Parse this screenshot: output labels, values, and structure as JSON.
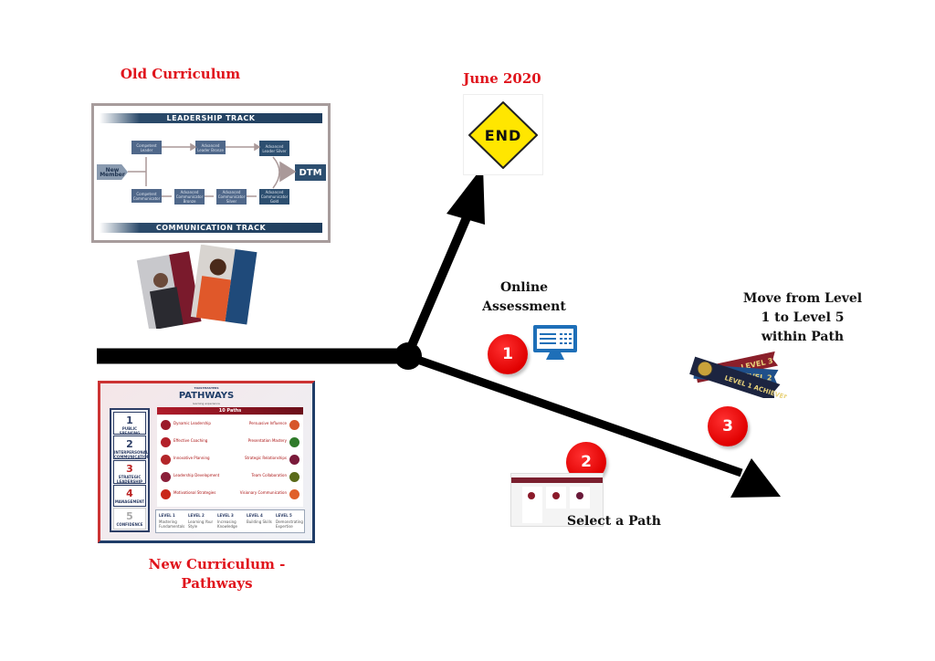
{
  "titles": {
    "old_curriculum": "Old Curriculum",
    "new_curriculum_line1": "New Curriculum -",
    "new_curriculum_line2": "Pathways",
    "end_date": "June 2020"
  },
  "end_sign": {
    "label": "END",
    "color": "#ffe600"
  },
  "old_chart": {
    "top_band": "LEADERSHIP TRACK",
    "bottom_band": "COMMUNICATION TRACK",
    "start": "New Member",
    "goal": "DTM",
    "leadership_nodes": [
      "Competent Leader",
      "Advanced Leader Bronze",
      "Advanced Leader Silver"
    ],
    "communication_nodes": [
      "Competent Communicator",
      "Advanced Communicator Bronze",
      "Advanced Communicator Silver",
      "Advanced Communicator Gold"
    ]
  },
  "pathways_card": {
    "brand": "TOASTMASTERS",
    "title": "PATHWAYS",
    "subtitle": "learning experience",
    "paths_header": "10 Paths",
    "competencies": [
      {
        "num": "1",
        "label": "PUBLIC SPEAKING"
      },
      {
        "num": "2",
        "label": "INTERPERSONAL COMMUNICATION"
      },
      {
        "num": "3",
        "label": "STRATEGIC LEADERSHIP"
      },
      {
        "num": "4",
        "label": "MANAGEMENT"
      },
      {
        "num": "5",
        "label": "CONFIDENCE"
      }
    ],
    "paths_left": [
      "Dynamic Leadership",
      "Effective Coaching",
      "Innovative Planning",
      "Leadership Development",
      "Motivational Strategies"
    ],
    "paths_right": [
      "Persuasive Influence",
      "Presentation Mastery",
      "Strategic Relationships",
      "Team Collaboration",
      "Visionary Communication"
    ],
    "levels": [
      {
        "name": "LEVEL 1",
        "desc": "Mastering Fundamentals"
      },
      {
        "name": "LEVEL 2",
        "desc": "Learning Your Style"
      },
      {
        "name": "LEVEL 3",
        "desc": "Increasing Knowledge"
      },
      {
        "name": "LEVEL 4",
        "desc": "Building Skills"
      },
      {
        "name": "LEVEL 5",
        "desc": "Demonstrating Expertise"
      }
    ]
  },
  "steps": [
    {
      "num": "1",
      "label_line1": "Online",
      "label_line2": "Assessment",
      "icon": "computer-monitor-icon"
    },
    {
      "num": "2",
      "label_line1": "Select a Path",
      "icon": "website-screenshot"
    },
    {
      "num": "3",
      "label_line1": "Move from Level",
      "label_line2": "1 to Level 5",
      "label_line3": "within Path",
      "icon": "level-ribbons"
    }
  ],
  "ribbons": [
    "LEVEL 3",
    "LEVEL 2",
    "LEVEL 1 ACHIEVED"
  ],
  "colors": {
    "accent_red": "#e0141c",
    "arrow": "#000000",
    "monitor_blue": "#1e6fb8"
  }
}
